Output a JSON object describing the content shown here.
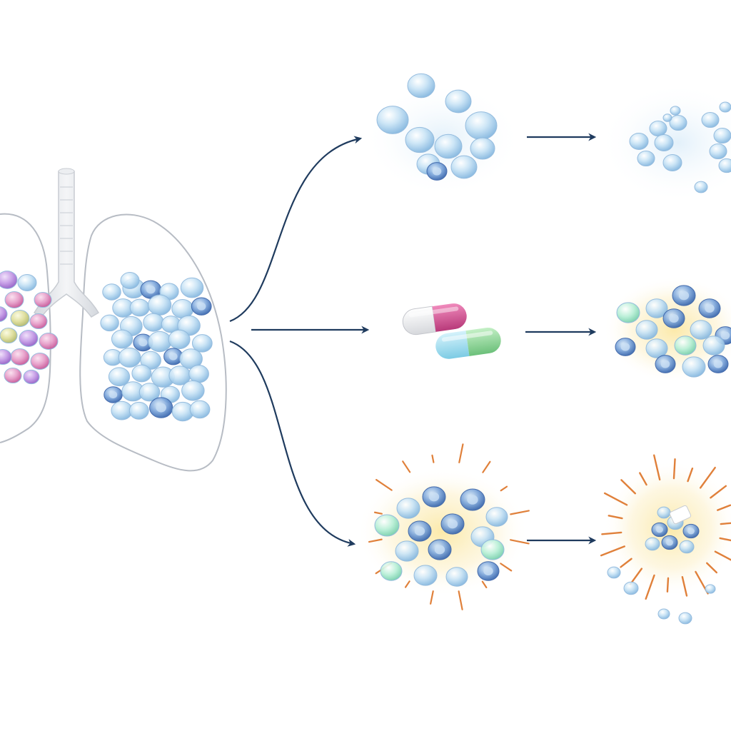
{
  "colors": {
    "background": "#ffffff",
    "lung_outline": "#b7bcc4",
    "trachea": "#e2e5ea",
    "arrow": "#1f3b5e",
    "cell_blue": "#8fc3e8",
    "cell_blue_dark": "#3f6fb8",
    "cell_green": "#8fe0c0",
    "cell_pink": "#e07ab4",
    "cell_purple": "#b47ae0",
    "cell_yellow": "#d8d88a",
    "glow_yellow": "#fbe7a0",
    "burst_orange": "#e0803a",
    "capsule_pink": "#d2508e",
    "capsule_green": "#8fd69a",
    "capsule_cyan": "#9fdcef"
  },
  "icons": [
    "lungs-icon",
    "trachea-icon",
    "capsule-icon",
    "cell-cluster-icon",
    "burst-icon"
  ],
  "pathways": [
    {
      "id": "top",
      "stages": [
        "dispersed-cells",
        "fragmented-cells"
      ]
    },
    {
      "id": "middle",
      "stages": [
        "capsules",
        "treated-cells"
      ]
    },
    {
      "id": "bottom",
      "stages": [
        "activated-cells",
        "exploding-cell-cluster"
      ]
    }
  ]
}
